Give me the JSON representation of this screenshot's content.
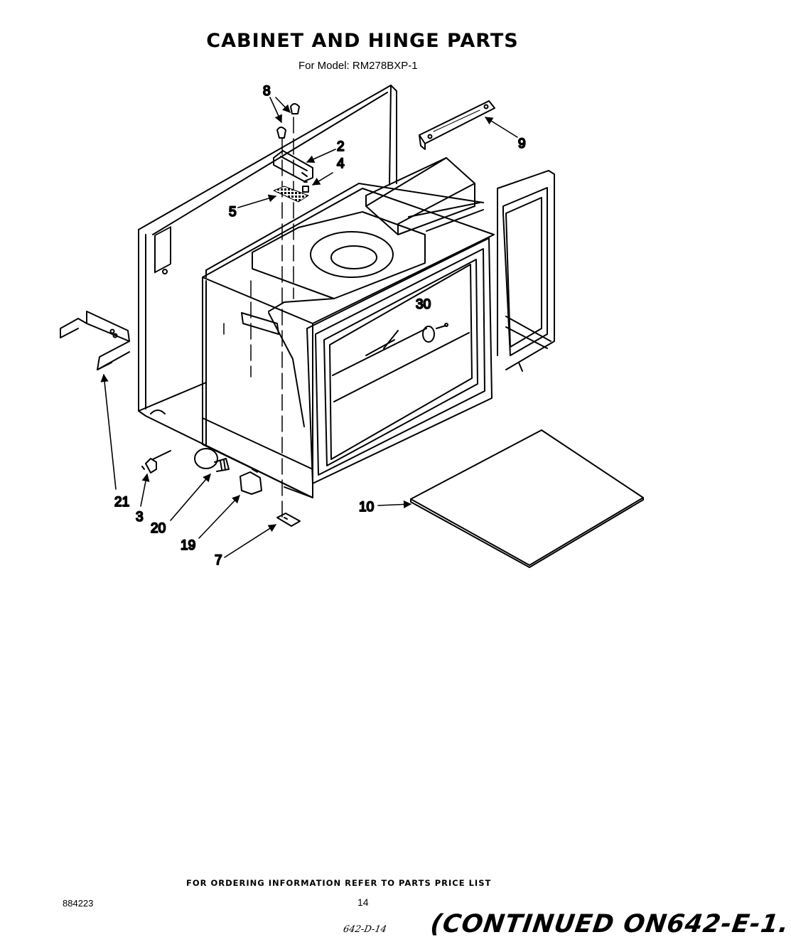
{
  "header": {
    "title": "CABINET AND HINGE PARTS",
    "subtitle": "For Model: RM278BXP-1"
  },
  "callouts": [
    {
      "id": "c8",
      "label": "8"
    },
    {
      "id": "c2",
      "label": "2"
    },
    {
      "id": "c4",
      "label": "4"
    },
    {
      "id": "c5",
      "label": "5"
    },
    {
      "id": "c9",
      "label": "9"
    },
    {
      "id": "c30",
      "label": "30"
    },
    {
      "id": "c21",
      "label": "21"
    },
    {
      "id": "c3",
      "label": "3"
    },
    {
      "id": "c20",
      "label": "20"
    },
    {
      "id": "c19",
      "label": "19"
    },
    {
      "id": "c7",
      "label": "7"
    },
    {
      "id": "c10",
      "label": "10"
    }
  ],
  "footer": {
    "ordering_info": "FOR ORDERING INFORMATION REFER TO PARTS PRICE LIST",
    "doc_number": "884223",
    "page_number": "14",
    "handwritten_ref": "642-D-14",
    "continued_note": "(CONTINUED ON642-E-1."
  }
}
